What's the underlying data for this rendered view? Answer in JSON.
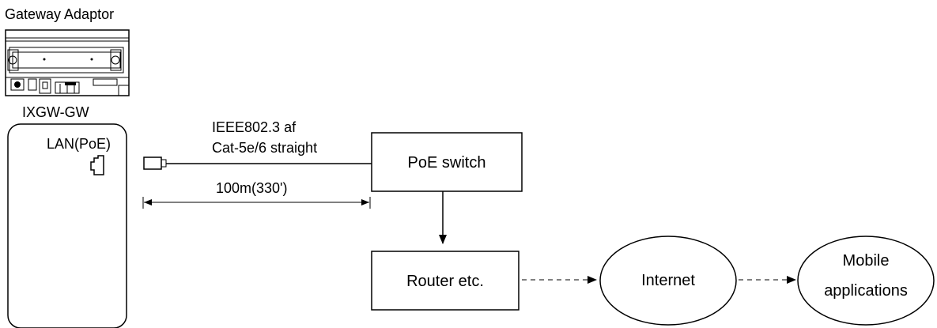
{
  "adaptor": {
    "title": "Gateway Adaptor",
    "model": "IXGW-GW",
    "port_label": "LAN(PoE)"
  },
  "cable": {
    "standard": "IEEE802.3 af",
    "type": "Cat-5e/6 straight",
    "max_length": "100m(330')"
  },
  "nodes": {
    "poe_switch": "PoE switch",
    "router": "Router etc.",
    "internet": "Internet",
    "mobile_line1": "Mobile",
    "mobile_line2": "applications"
  },
  "colors": {
    "line": "#000000",
    "background": "#ffffff"
  }
}
